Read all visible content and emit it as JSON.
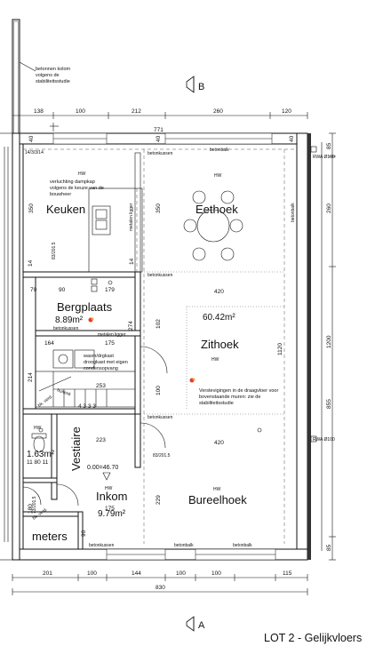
{
  "sections": {
    "top": "B",
    "bottom": "A"
  },
  "title": "LOT 2 - Gelijkvloers",
  "notes": {
    "column_note": [
      "betonnen kolom",
      "volgens de",
      "stabiliteitsstudie"
    ],
    "hood_note": [
      "verluchting dampkap",
      "volgens de keuze van de",
      "bouwheer"
    ],
    "wash_note": [
      "wasm/drgkast",
      "droogkast met eigen",
      "condensopvang"
    ],
    "reinforcement_note": [
      "Verstevigingen in de draagvloer voor",
      "bovenstaande muren: zie de",
      "stabiliteitsstudie"
    ],
    "code_14": "14/3/3/14"
  },
  "rooms": {
    "keuken": "Keuken",
    "eethoek": "Eethoek",
    "bergplaats": "Bergplaats",
    "bergplaats_area": "8.89m²",
    "living_area": "60.42m²",
    "zithoek": "Zithoek",
    "bureelhoek": "Bureelhoek",
    "vestiaire": "Vestiaire",
    "wc_area": "1.63m²",
    "inkom": "Inkom",
    "inkom_area": "9.79m²",
    "meters": "meters",
    "level": "0.00=46.70"
  },
  "labels": {
    "hw": "HW",
    "betonkussen": "betonkussen",
    "betonbalk": "betonbalk",
    "metalen_ligger": "metalen ligger",
    "rwa": "RWA Ø100",
    "bk_verd": "bk. verd.",
    "buitenkraan": "buitenk"
  },
  "dims": {
    "top": [
      "138",
      "100",
      "212",
      "260",
      "120"
    ],
    "top_inner": [
      "771"
    ],
    "bottom": [
      "201",
      "100",
      "144",
      "100",
      "100",
      "115"
    ],
    "bottom_total": "830",
    "right": [
      "85",
      "260",
      "1200",
      "855",
      "85"
    ],
    "inner": {
      "d350a": "350",
      "d350b": "350",
      "d420a": "420",
      "d420b": "420",
      "d1120": "1120",
      "d14": "14",
      "d40": "40",
      "d70": "70",
      "d90": "90",
      "d179": "179",
      "d164": "164",
      "d175a": "175",
      "d175b": "175",
      "d214": "214",
      "d253": "253",
      "d274": "274",
      "d100": "100",
      "d223": "223",
      "d229": "229",
      "d102": "102",
      "d8320": "83/201.5",
      "d8320b": "83/201.5",
      "d7320": "73/201.5",
      "d180": "180",
      "d90b": "90",
      "d4333": "4 3 3 3",
      "d1180": "11 80 11"
    }
  }
}
